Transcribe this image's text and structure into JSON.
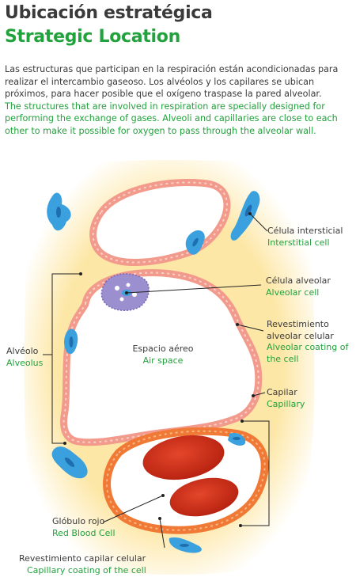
{
  "heading": {
    "title_es": "Ubicación estratégica",
    "title_en": "Strategic Location"
  },
  "intro": {
    "es": "Las estructuras que participan en la respiración están acondicionadas para realizar el intercambio gaseoso. Los alvéolos y los capilares se ubican próximos, para hacer posible que el oxígeno traspase la pared alveolar.",
    "en": "The structures that are involved in respiration are specially designed for performing the exchange of gases. Alveoli and capillaries are close to each other to make it possible for oxygen to pass through the alveolar wall."
  },
  "labels": {
    "interstitial_es": "Célula intersticial",
    "interstitial_en": "Interstitial cell",
    "alveolar_cell_es": "Célula alveolar",
    "alveolar_cell_en": "Alveolar cell",
    "coating_es_1": "Revestimiento",
    "coating_es_2": "alveolar celular",
    "coating_en_1": "Alveolar coating of",
    "coating_en_2": "the cell",
    "alveolus_es": "Alvéolo",
    "alveolus_en": "Alveolus",
    "air_space_es": "Espacio aéreo",
    "air_space_en": "Air space",
    "capillary_es": "Capilar",
    "capillary_en": "Capillary",
    "rbc_es": "Glóbulo rojo",
    "rbc_en": "Red Blood Cell",
    "cap_coating_es": "Revestimiento capilar celular",
    "cap_coating_en": "Capillary coating of the cell"
  },
  "colors": {
    "tissue": "#fde7a6",
    "alveolar_wall": "#f29a8c",
    "capillary_wall": "#f07a35",
    "red_blood_cell": "#c8281a",
    "interstitial_cell": "#3aa0de",
    "alveolar_cell": "#9b8fd0",
    "text_es": "#3a3a3a",
    "text_en": "#22a23c"
  }
}
